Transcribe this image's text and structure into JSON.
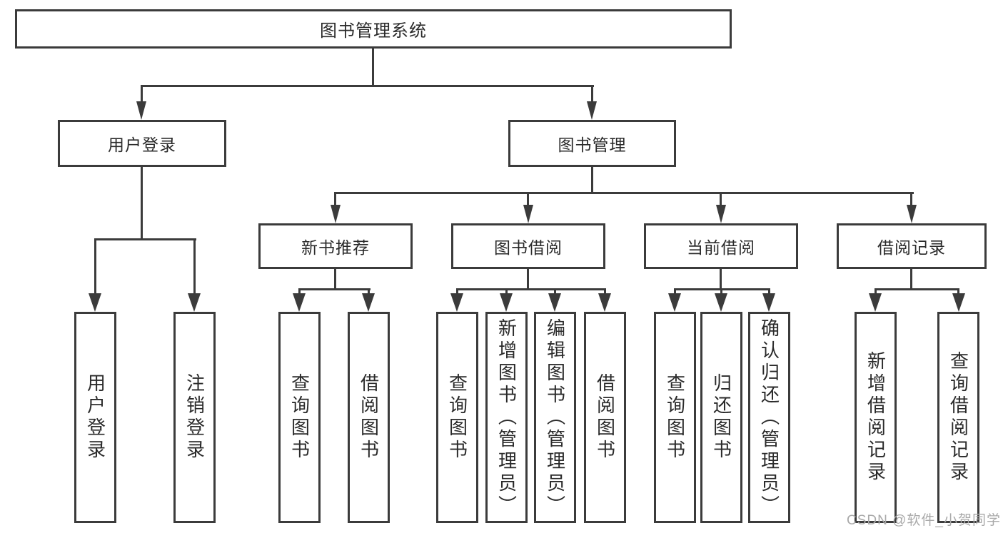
{
  "diagram": {
    "watermark": "CSDN @软件_小贺同学",
    "colors": {
      "line": "#3b3b3b",
      "text": "#2a2a2a",
      "box_bg": "#ffffff",
      "watermark": "#a9a9a9"
    },
    "nodes": {
      "root": {
        "label": "图书管理系统"
      },
      "user_login": {
        "label": "用户登录"
      },
      "book_mgmt": {
        "label": "图书管理"
      },
      "new_books": {
        "label": "新书推荐"
      },
      "book_borrow": {
        "label": "图书借阅"
      },
      "current_borrow": {
        "label": "当前借阅"
      },
      "borrow_records": {
        "label": "借阅记录"
      },
      "leaf_user_login": {
        "label": "用户登录"
      },
      "leaf_logout": {
        "label": "注销登录"
      },
      "leaf_query_books_a": {
        "label": "查询图书"
      },
      "leaf_borrow_books_a": {
        "label": "借阅图书"
      },
      "leaf_query_books_b": {
        "label": "查询图书"
      },
      "leaf_add_books": {
        "label": "新增图书（管理员）"
      },
      "leaf_edit_books": {
        "label": "编辑图书（管理员）"
      },
      "leaf_borrow_books_b": {
        "label": "借阅图书"
      },
      "leaf_query_books_c": {
        "label": "查询图书"
      },
      "leaf_return_books": {
        "label": "归还图书"
      },
      "leaf_confirm_return": {
        "label": "确认归还（管理员）"
      },
      "leaf_add_record": {
        "label": "新增借阅记录"
      },
      "leaf_query_record": {
        "label": "查询借阅记录"
      }
    }
  }
}
